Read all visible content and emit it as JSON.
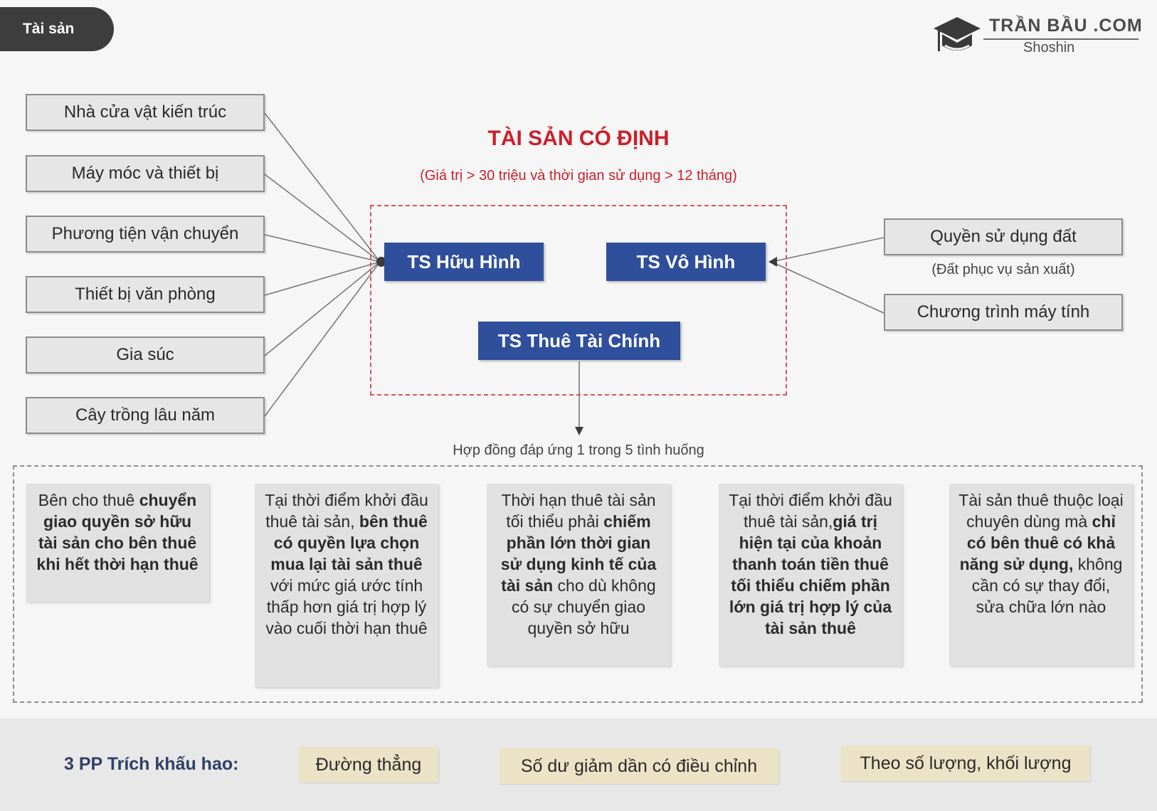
{
  "header": {
    "tag": "Tài sản",
    "logo_main": "TRẦN BẦU .COM",
    "logo_sub": "Shoshin"
  },
  "title": "TÀI SẢN CÓ ĐỊNH",
  "subtitle": "(Giá trị > 30 triệu và thời gian sử dụng > 12 tháng)",
  "left_items": [
    "Nhà cửa vật kiến trúc",
    "Máy móc và thiết bị",
    "Phương tiện vận chuyển",
    "Thiết bị văn phòng",
    "Gia súc",
    "Cây trồng lâu năm"
  ],
  "right_items": [
    "Quyền sử dụng đất",
    "Chương trình máy tính"
  ],
  "right_note": "(Đất phục vụ sản xuất)",
  "blue": {
    "huu_hinh": "TS Hữu Hình",
    "vo_hinh": "TS Vô Hình",
    "thue": "TS Thuê Tài Chính"
  },
  "caption": "Hợp đồng đáp ứng 1 trong 5 tình huống",
  "cards": [
    [
      {
        "t": "Bên cho thuê ",
        "b": false
      },
      {
        "t": "chuyển giao quyền sở hữu tài sản cho bên thuê khi hết thời hạn thuê",
        "b": true
      }
    ],
    [
      {
        "t": "Tại thời điểm khởi đầu thuê tài sản, ",
        "b": false
      },
      {
        "t": "bên thuê có quyền lựa chọn mua lại tài sản thuê",
        "b": true
      },
      {
        "t": " với mức giá ước tính thấp hơn giá trị hợp lý vào cuối thời hạn thuê",
        "b": false
      }
    ],
    [
      {
        "t": "Thời hạn thuê tài sản tối thiểu phải ",
        "b": false
      },
      {
        "t": "chiếm phần lớn thời gian sử dụng kinh tế của tài sản",
        "b": true
      },
      {
        "t": " cho dù không có sự chuyển giao quyền sở hữu",
        "b": false
      }
    ],
    [
      {
        "t": "Tại thời điểm khởi đầu thuê tài sản,",
        "b": false
      },
      {
        "t": "giá trị hiện tại của khoản thanh toán tiền thuê tối thiểu chiếm phần lớn giá trị hợp lý của tài sản thuê",
        "b": true
      }
    ],
    [
      {
        "t": "Tài sản thuê thuộc loại chuyên dùng mà ",
        "b": false
      },
      {
        "t": "chỉ có bên thuê có khả năng sử dụng,",
        "b": true
      },
      {
        "t": " không cần có sự thay đổi, sửa chữa lớn nào",
        "b": false
      }
    ]
  ],
  "depreciation": {
    "label": "3 PP Trích khấu hao:",
    "methods": [
      "Đường thẳng",
      "Số dư giảm dần có điều chỉnh",
      "Theo số lượng, khối lượng"
    ]
  },
  "colors": {
    "accent_red": "#cc1f2b",
    "blue_box": "#2f4f9c",
    "yellow_box": "#ece2c6"
  }
}
